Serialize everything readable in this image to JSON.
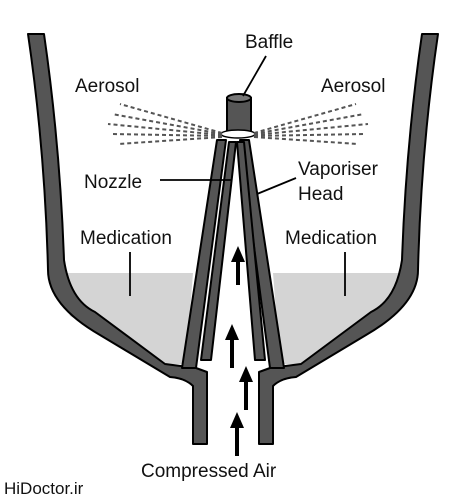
{
  "labels": {
    "baffle": "Baffle",
    "aerosol_left": "Aerosol",
    "aerosol_right": "Aerosol",
    "nozzle": "Nozzle",
    "vaporiser_line1": "Vaporiser",
    "vaporiser_line2": "Head",
    "medication_left": "Medication",
    "medication_right": "Medication",
    "compressed_air": "Compressed Air"
  },
  "watermark": "HiDoctor.ir",
  "colors": {
    "wall_fill": "#555555",
    "outline": "#000000",
    "medication_fill": "#d4d4d4",
    "background": "#ffffff",
    "text": "#111111"
  }
}
